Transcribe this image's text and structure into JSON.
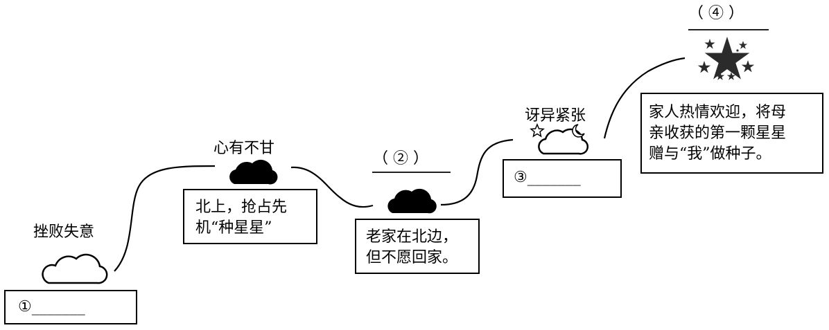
{
  "stages": [
    {
      "mood": "挫败失意",
      "event_text": "①_______",
      "cloud": "outline"
    },
    {
      "mood": "心有不甘",
      "event_lines": [
        "北上，抢占先",
        "机“种星星”"
      ],
      "cloud": "filled"
    },
    {
      "mood": "（  ②  ）",
      "event_lines": [
        "老家在北边，",
        "但不愿回家。"
      ],
      "cloud": "filled"
    },
    {
      "mood": "讶异紧张",
      "event_text": "③_______",
      "cloud": "outline-with-star-moon"
    },
    {
      "mood": "（  ④  ）",
      "event_lines": [
        "家人热情欢迎，将母",
        "亲收获的第一颗星星",
        "赠与“我”做种子。"
      ],
      "cloud": "star-cluster"
    }
  ],
  "colors": {
    "ink": "#000000",
    "star": "#2b2b2b",
    "background": "#ffffff"
  }
}
